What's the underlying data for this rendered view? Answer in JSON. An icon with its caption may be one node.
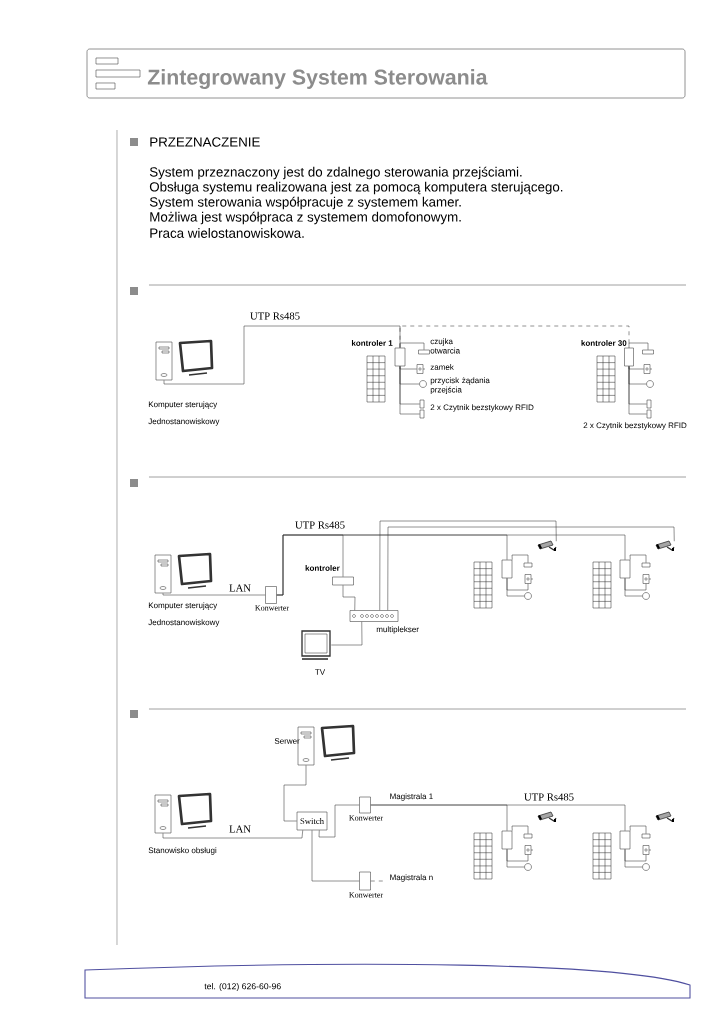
{
  "diagram": {
    "title": "Zintegrowany System Sterowania",
    "nodes": [
      {
        "text": [],
        "shape": "picture",
        "beside": [
          "Komputer sterujący",
          "Jednostanowiskowy"
        ]
      },
      {
        "text": [],
        "shape": "box",
        "beside": [
          "kontroler 1"
        ]
      },
      {
        "text": [],
        "shape": "box",
        "beside": [
          "czujka otwarcia"
        ]
      },
      {
        "text": [],
        "shape": "box",
        "beside": [
          "zamek"
        ]
      },
      {
        "text": [],
        "shape": "circle",
        "beside": [
          "przycisk żądania przejścia"
        ]
      },
      {
        "text": [],
        "shape": "box"
      },
      {
        "text": [],
        "shape": "box",
        "beside": [
          "2 x Czytnik bezstykowy RFID"
        ]
      },
      {
        "text": [],
        "shape": "box",
        "beside": [
          "kontroler 30"
        ]
      },
      {
        "text": [],
        "shape": "box"
      },
      {
        "text": [],
        "shape": "box"
      },
      {
        "text": [],
        "shape": "circle"
      },
      {
        "text": [],
        "shape": "box"
      },
      {
        "text": [],
        "shape": "box",
        "beside": [
          "2 x Czytnik bezstykowy RFID"
        ]
      },
      {
        "text": [],
        "shape": "picture",
        "beside": [
          "Komputer sterujący",
          "Jednostanowiskowy"
        ]
      },
      {
        "text": [],
        "shape": "box",
        "beside": [
          "Konwerter"
        ]
      },
      {
        "text": [],
        "shape": "box",
        "beside": [
          "kontroler"
        ]
      },
      {
        "text": [],
        "shape": "box",
        "beside": [
          "multiplekser"
        ]
      },
      {
        "text": [],
        "shape": "picture",
        "beside": [
          "TV"
        ]
      },
      {
        "text": [],
        "shape": "picture"
      },
      {
        "text": [],
        "shape": "box"
      },
      {
        "text": [],
        "shape": "box"
      },
      {
        "text": [],
        "shape": "box"
      },
      {
        "text": [],
        "shape": "circle"
      },
      {
        "text": [],
        "shape": "picture"
      },
      {
        "text": [],
        "shape": "box"
      },
      {
        "text": [],
        "shape": "box"
      },
      {
        "text": [],
        "shape": "box"
      },
      {
        "text": [],
        "shape": "circle"
      },
      {
        "text": [],
        "shape": "picture",
        "beside": [
          "Serwer"
        ]
      },
      {
        "text": [],
        "shape": "picture",
        "beside": [
          "Stanowisko obsługi"
        ]
      },
      {
        "text": [
          "Switch"
        ]
      },
      {
        "text": [],
        "shape": "box",
        "beside": [
          "Konwerter"
        ]
      },
      {
        "text": [],
        "shape": "box",
        "beside": [
          "Konwerter"
        ]
      },
      {
        "text": [],
        "shape": "box"
      },
      {
        "text": [],
        "shape": "box"
      },
      {
        "text": [],
        "shape": "box"
      },
      {
        "text": [],
        "shape": "circle"
      },
      {
        "text": [],
        "shape": "box"
      },
      {
        "text": [],
        "shape": "box"
      },
      {
        "text": [],
        "shape": "box"
      },
      {
        "text": [],
        "shape": "circle"
      }
    ],
    "edges": [
      {
        "from": 0,
        "to": 1,
        "arrow": "none",
        "label": "UTP Rs485"
      },
      {
        "from": 1,
        "to": 7,
        "arrow": "none",
        "style": "dashed"
      },
      {
        "from": 1,
        "to": 2,
        "arrow": "none"
      },
      {
        "from": 1,
        "to": 3,
        "arrow": "none"
      },
      {
        "from": 1,
        "to": 4,
        "arrow": "none"
      },
      {
        "from": 1,
        "to": 5,
        "arrow": "none"
      },
      {
        "from": 1,
        "to": 6,
        "arrow": "none"
      },
      {
        "from": 7,
        "to": 8,
        "arrow": "none"
      },
      {
        "from": 7,
        "to": 9,
        "arrow": "none"
      },
      {
        "from": 7,
        "to": 10,
        "arrow": "none"
      },
      {
        "from": 7,
        "to": 11,
        "arrow": "none"
      },
      {
        "from": 7,
        "to": 12,
        "arrow": "none"
      },
      {
        "from": 13,
        "to": 14,
        "arrow": "none",
        "label": "LAN"
      },
      {
        "from": 14,
        "to": 15,
        "arrow": "none"
      },
      {
        "from": 14,
        "to": 19,
        "arrow": "none",
        "label": "UTP Rs485"
      },
      {
        "from": 14,
        "to": 24,
        "arrow": "none"
      },
      {
        "from": 15,
        "to": 16,
        "arrow": "none"
      },
      {
        "from": 16,
        "to": 17,
        "arrow": "none"
      },
      {
        "from": 16,
        "to": 18,
        "arrow": "none"
      },
      {
        "from": 16,
        "to": 23,
        "arrow": "none"
      },
      {
        "from": 19,
        "to": 20,
        "arrow": "none"
      },
      {
        "from": 19,
        "to": 21,
        "arrow": "none"
      },
      {
        "from": 19,
        "to": 22,
        "arrow": "none"
      },
      {
        "from": 24,
        "to": 25,
        "arrow": "none"
      },
      {
        "from": 24,
        "to": 26,
        "arrow": "none"
      },
      {
        "from": 24,
        "to": 27,
        "arrow": "none"
      },
      {
        "from": 29,
        "to": 30,
        "arrow": "none",
        "label": "LAN"
      },
      {
        "from": 28,
        "to": 30,
        "arrow": "none"
      },
      {
        "from": 30,
        "to": 31,
        "arrow": "none"
      },
      {
        "from": 30,
        "to": 32,
        "arrow": "none"
      },
      {
        "from": 31,
        "to": 33,
        "arrow": "none",
        "label": "Magistrala 1"
      },
      {
        "from": 31,
        "to": 37,
        "arrow": "none",
        "label": "UTP Rs485"
      },
      {
        "from": 32,
        "to": null,
        "arrow": "none",
        "style": "dashed",
        "label": "Magistrala n"
      },
      {
        "from": 33,
        "to": 34,
        "arrow": "none"
      },
      {
        "from": 33,
        "to": 35,
        "arrow": "none"
      },
      {
        "from": 33,
        "to": 36,
        "arrow": "none"
      },
      {
        "from": 37,
        "to": 38,
        "arrow": "none"
      },
      {
        "from": 37,
        "to": 39,
        "arrow": "none"
      },
      {
        "from": 37,
        "to": 40,
        "arrow": "none"
      }
    ],
    "labels": [
      "PRZEZNACZENIE",
      "System przeznaczony jest do zdalnego sterowania przejściami.",
      "Obsługa systemu realizowana jest za pomocą komputera sterującego.",
      "System sterowania współpracuje z systemem kamer.",
      "Możliwa jest współpraca z systemem domofonowym.",
      "Praca wielostanowiskowa.",
      "tel. (012) 626-60-96"
    ]
  }
}
